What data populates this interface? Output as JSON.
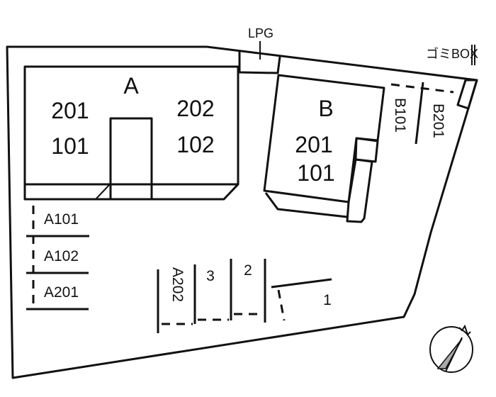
{
  "building_a": {
    "name": "A",
    "units": [
      "201",
      "101",
      "202",
      "102"
    ]
  },
  "building_b": {
    "name": "B",
    "units": [
      "201",
      "101"
    ]
  },
  "facilities": {
    "lpg": "LPG",
    "garbage": "ゴミBOX"
  },
  "parking_left": [
    "A101",
    "A102",
    "A201"
  ],
  "parking_bottom": [
    "A202",
    "3",
    "2",
    "1"
  ],
  "parking_right": [
    "B101",
    "B201"
  ],
  "compass": {
    "icon": "north-arrow-icon"
  }
}
